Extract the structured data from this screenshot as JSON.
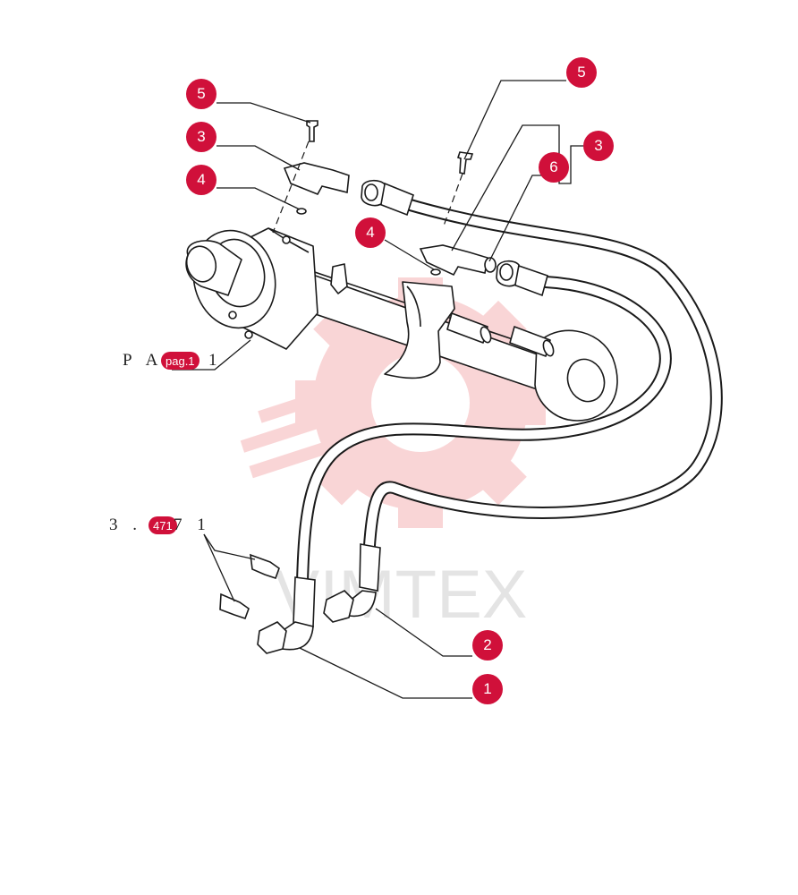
{
  "colors": {
    "accent": "#d0103a",
    "line": "#1a1a1a",
    "watermark": "#e8464b"
  },
  "watermark": {
    "brand": "VIMTEX",
    "icon": "gear-logo"
  },
  "refs": [
    {
      "prefix": "P A",
      "badge": "pag.1",
      "suffix": "1"
    },
    {
      "prefix": "3 .",
      "badge": "471",
      "suffix": "7 1"
    }
  ],
  "callouts": [
    {
      "label": "5",
      "part": "bolt"
    },
    {
      "label": "3",
      "part": "banjo-fitting"
    },
    {
      "label": "4",
      "part": "seal-ring"
    },
    {
      "label": "5",
      "part": "bolt"
    },
    {
      "label": "3",
      "part": "banjo-fitting"
    },
    {
      "label": "6",
      "part": "seal-ring"
    },
    {
      "label": "4",
      "part": "seal-ring"
    },
    {
      "label": "2",
      "part": "hose"
    },
    {
      "label": "1",
      "part": "hose"
    }
  ]
}
